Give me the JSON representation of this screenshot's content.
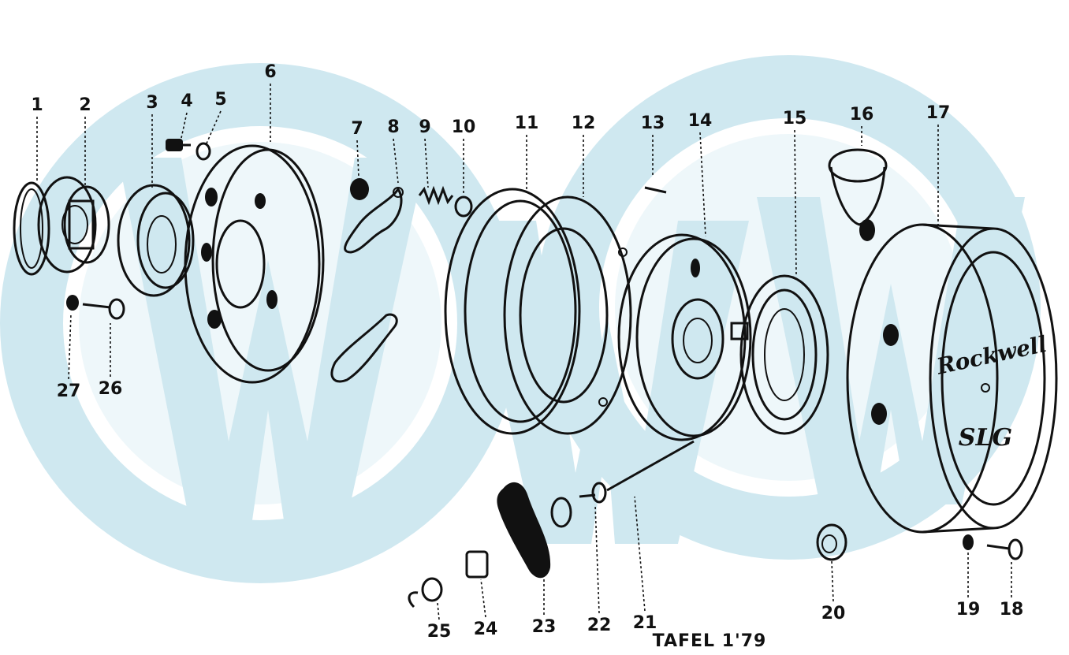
{
  "watermark": {
    "color": "#cfe8f0"
  },
  "parts": [
    {
      "num": "1"
    },
    {
      "num": "2"
    },
    {
      "num": "3"
    },
    {
      "num": "4"
    },
    {
      "num": "5"
    },
    {
      "num": "6"
    },
    {
      "num": "7"
    },
    {
      "num": "8"
    },
    {
      "num": "9"
    },
    {
      "num": "10"
    },
    {
      "num": "11"
    },
    {
      "num": "12"
    },
    {
      "num": "13"
    },
    {
      "num": "14"
    },
    {
      "num": "15"
    },
    {
      "num": "16"
    },
    {
      "num": "17"
    },
    {
      "num": "18"
    },
    {
      "num": "19"
    },
    {
      "num": "20"
    },
    {
      "num": "21"
    },
    {
      "num": "22"
    },
    {
      "num": "23"
    },
    {
      "num": "24"
    },
    {
      "num": "25"
    },
    {
      "num": "26"
    },
    {
      "num": "27"
    }
  ],
  "cover_lettering": {
    "line1": "Rockwell",
    "line2": "SLG"
  },
  "caption": "TAFEL 1'79"
}
